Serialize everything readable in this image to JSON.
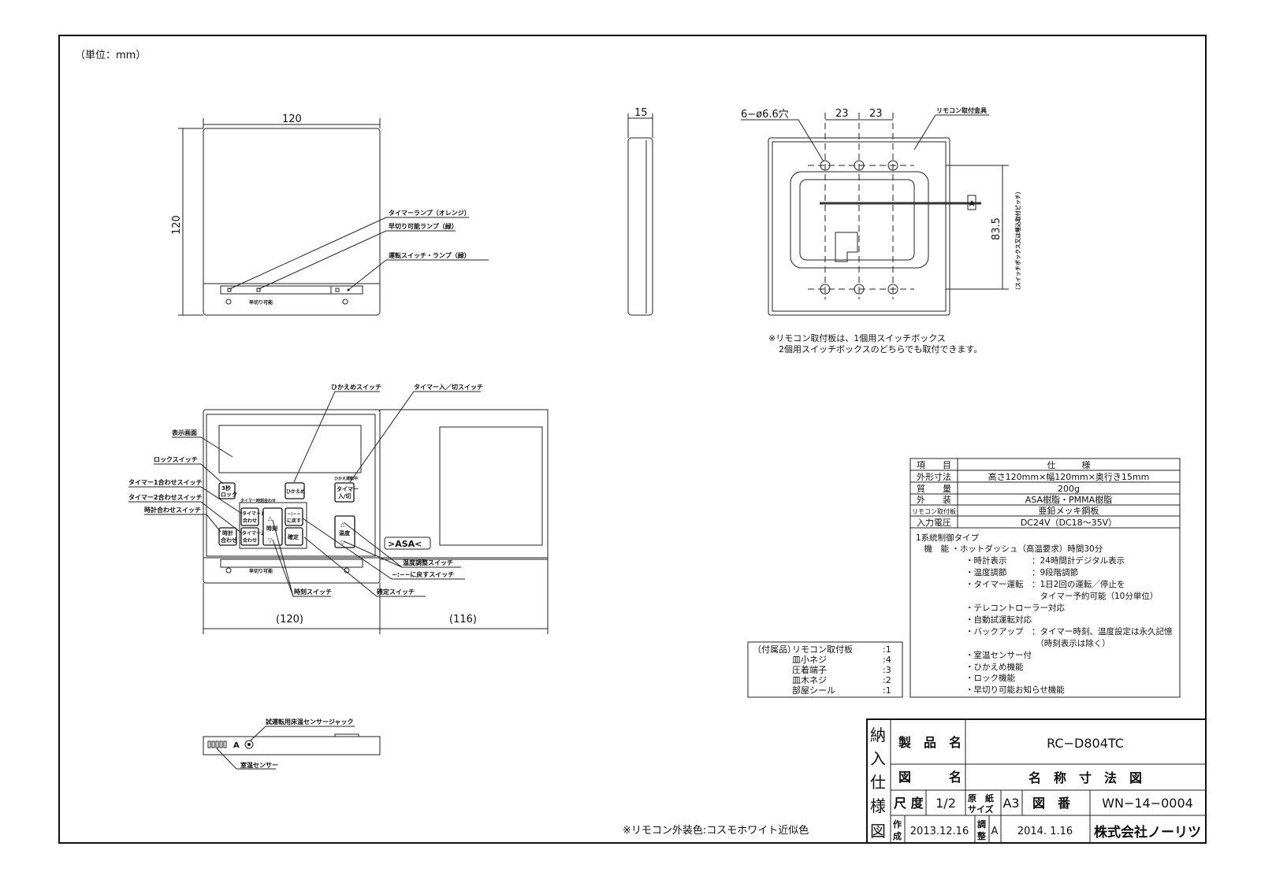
{
  "unit_note": "（単位：mm）",
  "front_view": {
    "dim_width": "120",
    "dim_height": "120",
    "labels": [
      "タイマーランプ（オレンジ）",
      "早切り可能ランプ（緑）",
      "運転スイッチ・ランプ（緑）"
    ],
    "strip_text": "早切り可能"
  },
  "side_view": {
    "dim_depth": "15"
  },
  "back_view": {
    "hole_label": "6−ø6.6穴",
    "dim_pitch_1": "23",
    "dim_pitch_2": "23",
    "bracket_label": "リモコン取付金具",
    "dim_vertical": "83.5",
    "vertical_note": "（スイッチボックス又は埋込取付ピッチ）",
    "connector_label": "A",
    "note_line1": "※リモコン取付板は、1個用スイッチボックス",
    "note_line2": "2個用スイッチボックスのどちらでも取付できます。"
  },
  "open_view": {
    "labels": {
      "display": "表示画面",
      "lock": "ロックスイッチ",
      "timer1": "タイマー1合わせスイッチ",
      "timer2": "タイマー2合わせスイッチ",
      "clock": "時計合わせスイッチ",
      "hikaeme": "ひかえめスイッチ",
      "timer_onoff": "タイマー入／切スイッチ",
      "temp_adjust": "温度調整スイッチ",
      "reset": "−:−−に戻すスイッチ",
      "time": "時刻スイッチ",
      "confirm": "確定スイッチ"
    },
    "buttons": {
      "lock": [
        "3秒",
        "ロック"
      ],
      "hikaeme": "ひかえめ",
      "timer_onoff": [
        "タイマー",
        "入/切"
      ],
      "timer_group": "タイマー時刻合わせ",
      "timer1": [
        "タイマー1",
        "合わせ"
      ],
      "timer2": [
        "タイマー2",
        "合わせ"
      ],
      "clock": [
        "時計",
        "合わせ"
      ],
      "time": "時刻",
      "reset": [
        "−:−−",
        "に戻す"
      ],
      "confirm": "確定",
      "temp": "温度",
      "timer_onoff_caption": "ひかえ運転中"
    },
    "brand_mark": ">ASA<",
    "dim_left": "(120)",
    "dim_right": "(116)"
  },
  "bottom_view": {
    "jack_label": "試運転用床温センサージャック",
    "sensor_label": "室温センサー",
    "marker": "A"
  },
  "accessories": {
    "title": "（付属品）",
    "items": [
      {
        "name": "リモコン取付板",
        "qty": ":1"
      },
      {
        "name": "皿小ネジ",
        "qty": ":4"
      },
      {
        "name": "圧着端子",
        "qty": ":3"
      },
      {
        "name": "皿木ネジ",
        "qty": ":2"
      },
      {
        "name": "部屋シール",
        "qty": ":1"
      }
    ]
  },
  "spec_table": {
    "header": [
      "項　　目",
      "仕　　　様"
    ],
    "rows": [
      [
        "外形寸法",
        "高さ120mm×幅120mm×奥行き15mm"
      ],
      [
        "質　　量",
        "200g"
      ],
      [
        "外　　装",
        "ASA樹脂・PMMA樹脂"
      ],
      [
        "リモコン取付板",
        "亜鉛メッキ鋼板"
      ],
      [
        "入力電圧",
        "DC24V（DC18〜35V）"
      ]
    ],
    "features_lines": [
      "1系統制御タイプ",
      "　機　能 ・ホットダッシュ（高温要求）時間30分",
      "　　　　　　・時計表示　　　：24時間計デジタル表示",
      "　　　　　　・温度調節　　　：9段階調節",
      "　　　　　　・タイマー運転　：1日2回の運転／停止を",
      "　　　　　　　　　　　　　　　タイマー予約可能（10分単位）",
      "　　　　　　・テレコントローラー対応",
      "　　　　　　・自動試運転対応",
      "　　　　　　・バックアップ　：タイマー時刻、温度設定は永久記憶",
      "　　　　　　　　　　　　　　　（時刻表示は除く）",
      "　　　　　　・室温センサー付",
      "　　　　　　・ひかえめ機能",
      "　　　　　　・ロック機能",
      "　　　　　　・早切り可能お知らせ機能"
    ]
  },
  "color_note": "※リモコン外装色:コスモホワイト近似色",
  "title_block": {
    "side_title": [
      "納",
      "入",
      "仕",
      "様",
      "図"
    ],
    "product_label": "製　品　名",
    "product_value": "RC−D804TC",
    "drawing_label": "図　　　名",
    "drawing_value": "名　称　寸　法　図",
    "scale_label": "尺 度",
    "scale_value": "1/2",
    "paper_label": [
      "原　紙",
      "サイズ"
    ],
    "paper_value": "A3",
    "number_label": "図　番",
    "number_value": "WN−14−0004",
    "created_label": [
      "作",
      "成"
    ],
    "created_date": "2013.12.16",
    "adjusted_label": [
      "調",
      "整"
    ],
    "revision": "A",
    "adjusted_date": "2014. 1.16",
    "company": "株式会社ノーリツ"
  }
}
